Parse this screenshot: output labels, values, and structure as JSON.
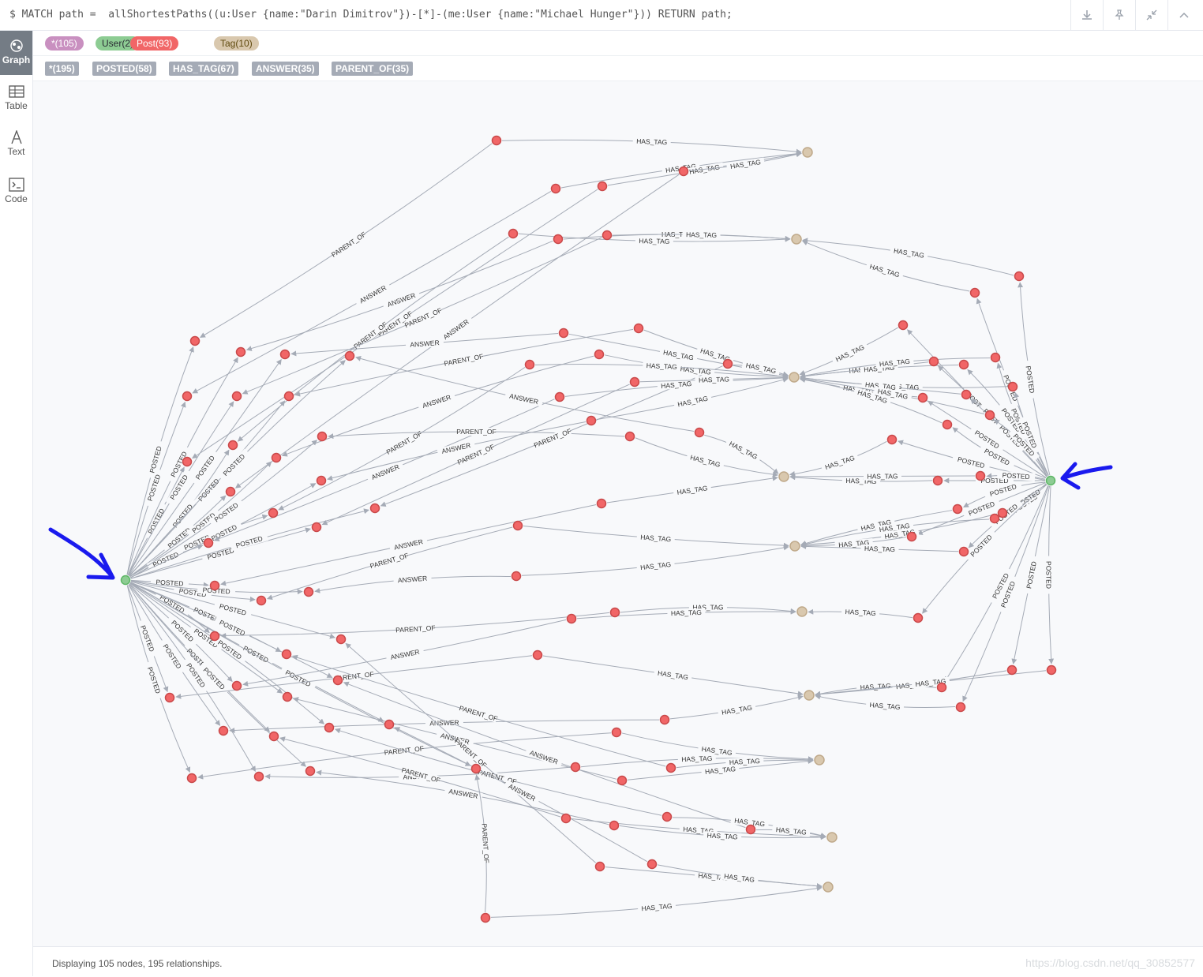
{
  "query": {
    "text": "$ MATCH path =  allShortestPaths((u:User {name:\"Darin Dimitrov\"})-[*]-(me:User {name:\"Michael Hunger\"})) RETURN path;",
    "buttons": [
      "download-icon",
      "pin-icon",
      "collapse-icon",
      "chevron-up-icon"
    ]
  },
  "sidebar": {
    "items": [
      {
        "label": "Graph",
        "icon": "graph-icon"
      },
      {
        "label": "Table",
        "icon": "table-icon"
      },
      {
        "label": "Text",
        "icon": "text-icon"
      },
      {
        "label": "Code",
        "icon": "code-icon"
      }
    ]
  },
  "node_labels": [
    {
      "label": "*(105)",
      "color": "#c990c0"
    },
    {
      "label": "User(2)",
      "color": "#8dcc93"
    },
    {
      "label": "Post(93)",
      "color": "#f16667"
    },
    {
      "label": "Tag(10)",
      "color": "#d9c8ae"
    }
  ],
  "relationship_types": [
    "*(195)",
    "POSTED(58)",
    "HAS_TAG(67)",
    "ANSWER(35)",
    "PARENT_OF(35)"
  ],
  "colors": {
    "user": "#8dcc93",
    "post": "#f16667",
    "tag": "#d9c8ae",
    "edge": "#a5abb6",
    "arrow": "#1a1aee"
  },
  "edge_labels": {
    "posted": "POSTED",
    "has_tag": "HAS_TAG",
    "answer": "ANSWER",
    "parent_of": "PARENT_OF"
  },
  "status": {
    "text": "Displaying 105 nodes, 195 relationships.",
    "watermark": "https://blog.csdn.net/qq_30852577"
  }
}
